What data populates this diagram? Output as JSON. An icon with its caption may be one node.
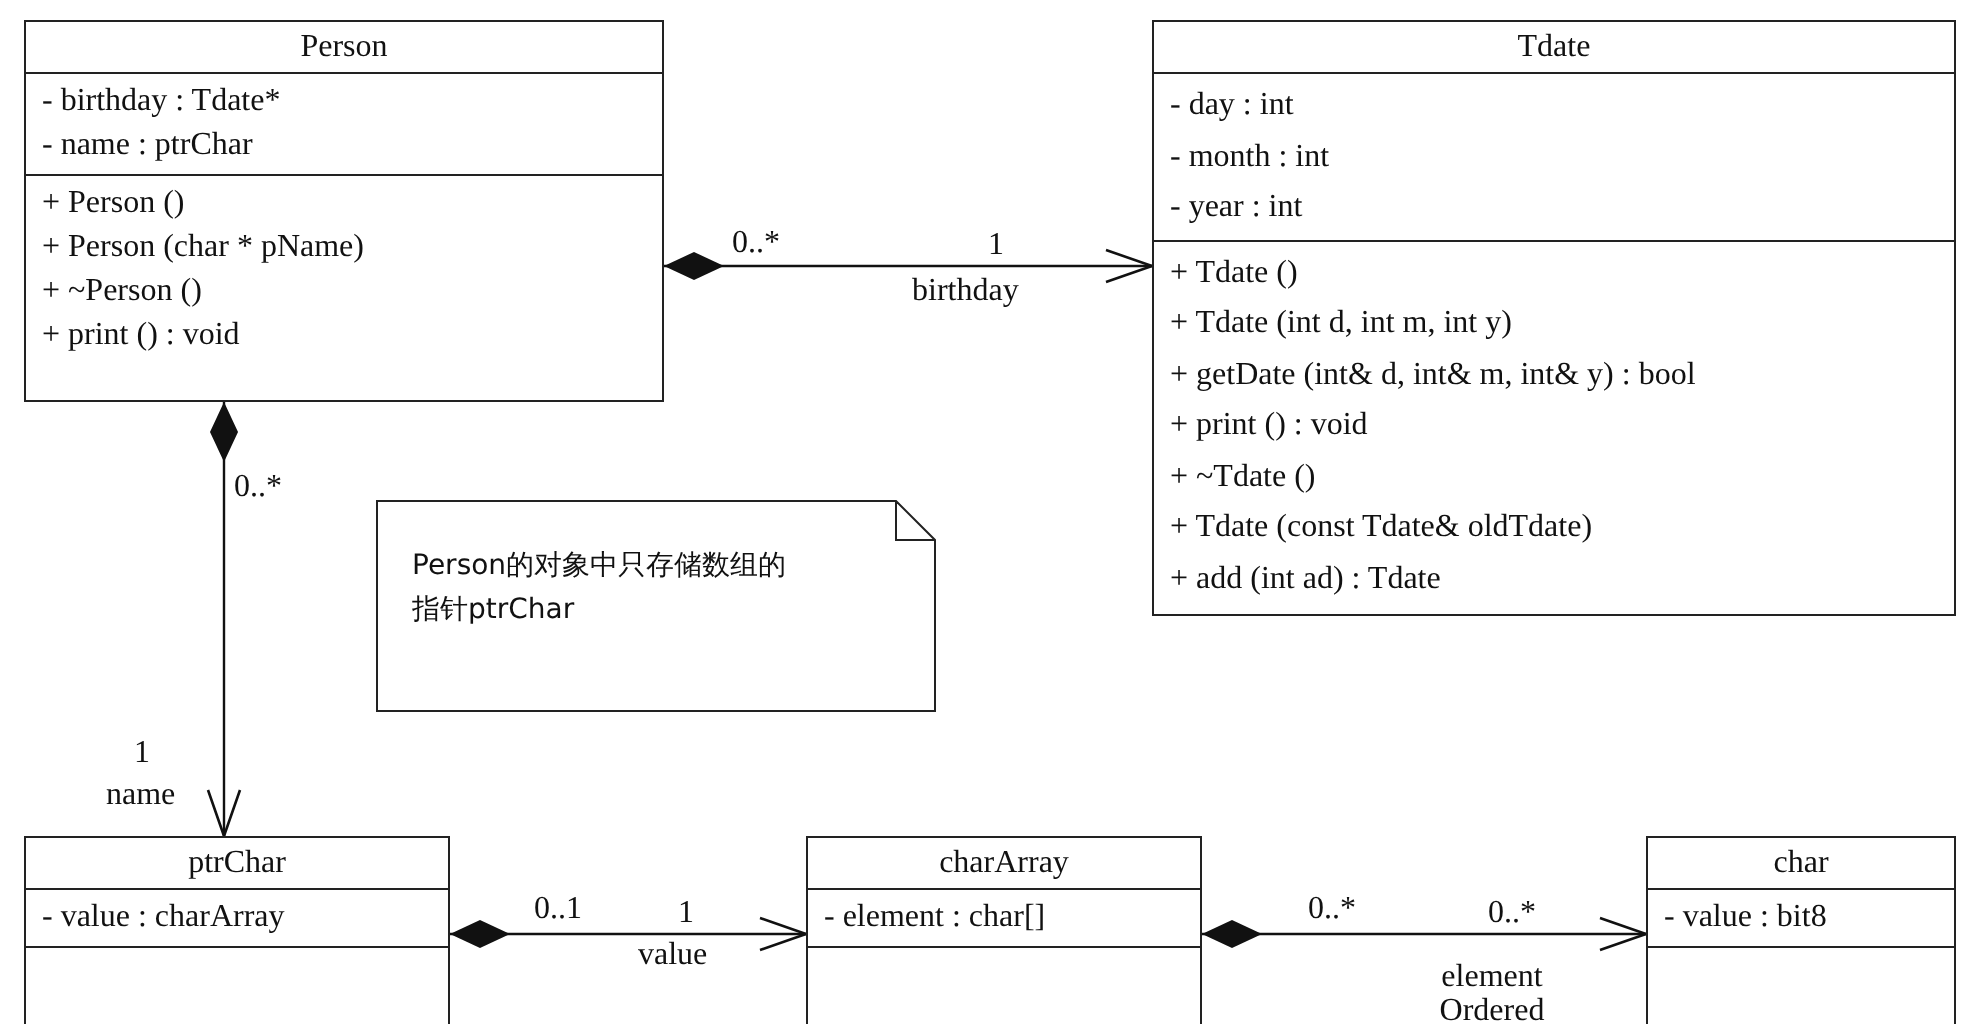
{
  "diagram": {
    "nodes": [
      {
        "text": [
          "Person",
          "- birthday : Tdate*",
          "- name : ptrChar",
          "+ Person ()",
          "+ Person (char * pName)",
          "+ ~Person ()",
          "+ print () : void"
        ]
      },
      {
        "text": [
          "Tdate",
          "- day : int",
          "- month : int",
          "- year : int",
          "+ Tdate ()",
          "+ Tdate (int d, int m, int y)",
          "+ getDate (int& d, int& m, int& y) : bool",
          "+ print () : void",
          "+ ~Tdate ()",
          "+ Tdate (const Tdate& oldTdate)",
          "+ add (int ad) : Tdate"
        ]
      },
      {
        "text": [
          "Person的对象中只存储数组的指针ptrChar"
        ]
      },
      {
        "text": [
          "ptrChar",
          "- value : charArray"
        ]
      },
      {
        "text": [
          "charArray",
          "- element : char[]"
        ]
      },
      {
        "text": [
          "char",
          "- value : bit8"
        ]
      }
    ],
    "edges": [
      {
        "from": 0,
        "to": 1,
        "arrow": "to",
        "label": "birthday"
      },
      {
        "from": 0,
        "to": 3,
        "arrow": "to",
        "label": "name"
      },
      {
        "from": 3,
        "to": 4,
        "arrow": "to",
        "label": "value"
      },
      {
        "from": 4,
        "to": 5,
        "arrow": "to",
        "label": "element Ordered"
      }
    ],
    "labels": [
      "0..*",
      "1",
      "0..*",
      "1",
      "0..1",
      "1",
      "0..*",
      "0..*"
    ]
  }
}
